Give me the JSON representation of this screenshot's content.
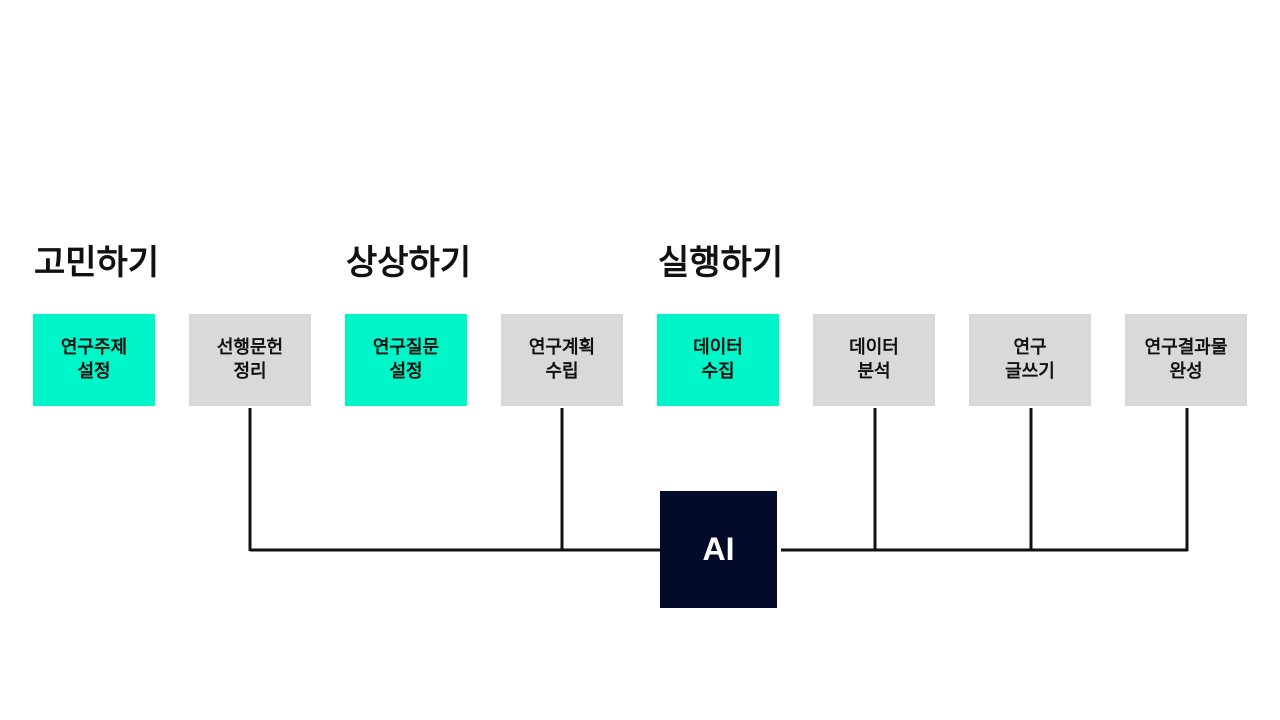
{
  "phases": [
    {
      "label": "고민하기"
    },
    {
      "label": "상상하기"
    },
    {
      "label": "실행하기"
    }
  ],
  "steps": [
    {
      "line1": "연구주제",
      "line2": "설정",
      "style": "accent"
    },
    {
      "line1": "선행문헌",
      "line2": "정리",
      "style": "neutral"
    },
    {
      "line1": "연구질문",
      "line2": "설정",
      "style": "accent"
    },
    {
      "line1": "연구계획",
      "line2": "수립",
      "style": "neutral"
    },
    {
      "line1": "데이터",
      "line2": "수집",
      "style": "accent"
    },
    {
      "line1": "데이터",
      "line2": "분석",
      "style": "neutral"
    },
    {
      "line1": "연구",
      "line2": "글쓰기",
      "style": "neutral"
    },
    {
      "line1": "연구결과물",
      "line2": "완성",
      "style": "neutral"
    }
  ],
  "ai": {
    "label": "AI"
  },
  "colors": {
    "accent": "#00f5c8",
    "neutral": "#d9d9d9",
    "ai_box": "#030a2a",
    "line": "#111111"
  }
}
